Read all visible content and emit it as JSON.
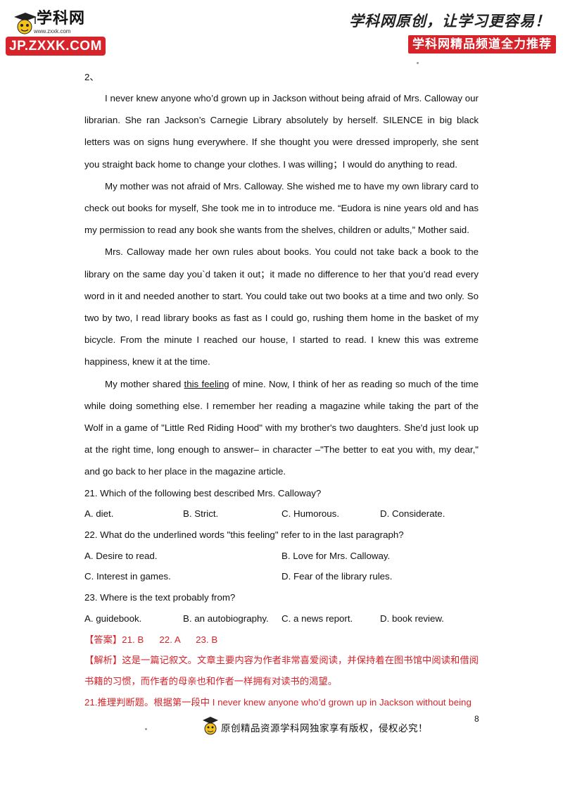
{
  "header": {
    "logo_text": "学科网",
    "logo_url": "www.zxxk.com",
    "badge": "JP.ZXXK.COM",
    "slogan": "学科网原创，让学习更容易！",
    "tagline": "学科网精品频道全力推荐"
  },
  "passage": {
    "number": "2、",
    "p1": "I never knew anyone who’d grown up in Jackson without being afraid of Mrs. Calloway our librarian. She ran Jackson’s Carnegie Library absolutely by herself. SILENCE in big black letters was on signs hung everywhere. If she thought you were dressed improperly, she sent you straight back home to change your clothes. I was willing；I would do anything to read.",
    "p2": "My mother was not afraid of Mrs. Calloway. She wished me to have my own library card to check out books for myself, She took me in to introduce me. “Eudora is nine years old and has my permission to read any book she wants from the shelves, children or adults,” Mother said.",
    "p3": "Mrs. Calloway made her own rules about books. You could not take back a book to the library on the same day you`d taken it out；it made no difference to her that you’d read every word in it and needed another to start. You could take out two books at a time and two only. So two by two, I read library books as fast as I could go, rushing them home in the basket of  my bicycle. From the minute I reached our house, I started to read. I knew this was extreme happiness, knew it at the time.",
    "p4_before": "My mother shared ",
    "p4_underlined": "this feeling",
    "p4_after": " of mine. Now, I think of her as reading so much of the time while doing something else. I remember her reading a magazine while taking the part of the Wolf in a game of \"Little Red Riding Hood\" with my brother's two daughters. She'd just look up at the right time, long enough to answer– in character –\"The better to eat you with, my dear,\" and go back to her place in the magazine article."
  },
  "questions": [
    {
      "stem": "21.  Which of the following best described Mrs. Calloway?",
      "options": [
        "A. diet.",
        "B. Strict.",
        "C. Humorous.",
        "D. Considerate."
      ]
    },
    {
      "stem": "22. What do the underlined words \"this feeling\" refer to in the last paragraph?",
      "options": [
        "A. Desire to read.",
        "B. Love for Mrs. Calloway.",
        "C. Interest in games.",
        "D. Fear of the library rules."
      ]
    },
    {
      "stem": "23. Where is the text probably from?",
      "options": [
        "A. guidebook.",
        "B.  an autobiography.",
        "C.  a  news report.",
        "D. book review."
      ]
    }
  ],
  "answer": {
    "line": "【答案】21. B      22. A      23. B",
    "analysis": "【解析】这是一篇记叙文。文章主要内容为作者非常喜爱阅读，并保持着在图书馆中阅读和借阅书籍的习惯，而作者的母亲也和作者一样拥有对读书的渴望。",
    "q21": "21.推理判断题。根据第一段中 I never knew anyone who’d grown up in Jackson without being"
  },
  "footer": {
    "page_number": "8",
    "copyright": "原创精品资源学科网独家享有版权，侵权必究！"
  }
}
